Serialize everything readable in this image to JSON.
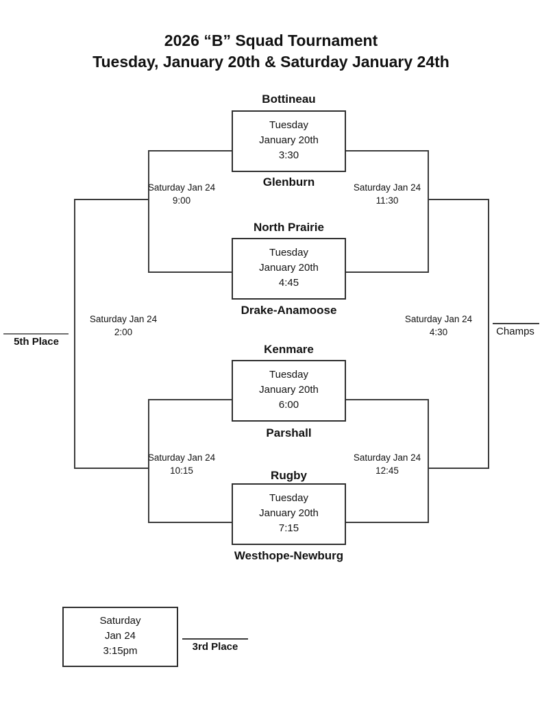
{
  "title": {
    "line1": "2026 “B” Squad Tournament",
    "line2": "Tuesday, January 20th & Saturday January 24th"
  },
  "games": [
    {
      "top_team": "Bottineau",
      "bottom_team": "Glenburn",
      "day": "Tuesday",
      "date": "January 20th",
      "time": "3:30"
    },
    {
      "top_team": "North Prairie",
      "bottom_team": "Drake-Anamoose",
      "day": "Tuesday",
      "date": "January 20th",
      "time": "4:45"
    },
    {
      "top_team": "Kenmare",
      "bottom_team": "Parshall",
      "day": "Tuesday",
      "date": "January 20th",
      "time": "6:00"
    },
    {
      "top_team": "Rugby",
      "bottom_team": "Westhope-Newburg",
      "day": "Tuesday",
      "date": "January 20th",
      "time": "7:15"
    }
  ],
  "consolation": {
    "semi1": {
      "date": "Saturday Jan 24",
      "time": "9:00"
    },
    "semi2": {
      "date": "Saturday Jan 24",
      "time": "10:15"
    },
    "final": {
      "date": "Saturday Jan 24",
      "time": "2:00"
    },
    "placement_label": "5th Place"
  },
  "championship": {
    "semi1": {
      "date": "Saturday Jan 24",
      "time": "11:30"
    },
    "semi2": {
      "date": "Saturday Jan 24",
      "time": "12:45"
    },
    "final": {
      "date": "Saturday Jan 24",
      "time": "4:30"
    },
    "placement_label": "Champs"
  },
  "third_place": {
    "day": "Saturday",
    "date": "Jan 24",
    "time": "3:15pm",
    "label": "3rd Place"
  },
  "colors": {
    "line": "#3a3a3a",
    "text": "#111111",
    "background": "#ffffff"
  }
}
